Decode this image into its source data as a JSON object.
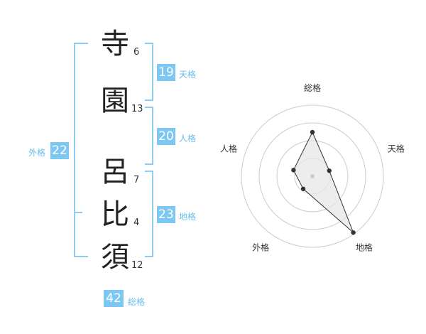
{
  "name": {
    "chars": [
      {
        "char": "寺",
        "strokes": "6"
      },
      {
        "char": "園",
        "strokes": "13"
      },
      {
        "char": "呂",
        "strokes": "7"
      },
      {
        "char": "比",
        "strokes": "4"
      },
      {
        "char": "須",
        "strokes": "12"
      }
    ]
  },
  "kaku": {
    "ten": {
      "value": "19",
      "label": "天格"
    },
    "jin": {
      "value": "20",
      "label": "人格"
    },
    "chi": {
      "value": "23",
      "label": "地格"
    },
    "gai": {
      "value": "22",
      "label": "外格"
    },
    "sou": {
      "value": "42",
      "label": "総格"
    }
  },
  "chart_data": {
    "type": "radar",
    "axes": [
      "総格",
      "天格",
      "地格",
      "外格",
      "人格"
    ],
    "values": [
      0.62,
      0.25,
      0.98,
      0.22,
      0.28
    ],
    "rings": 4,
    "colors": {
      "line": "#333333",
      "fill": "#e6e6e6",
      "ring": "#cccccc",
      "accent": "#7cc8f2"
    }
  }
}
